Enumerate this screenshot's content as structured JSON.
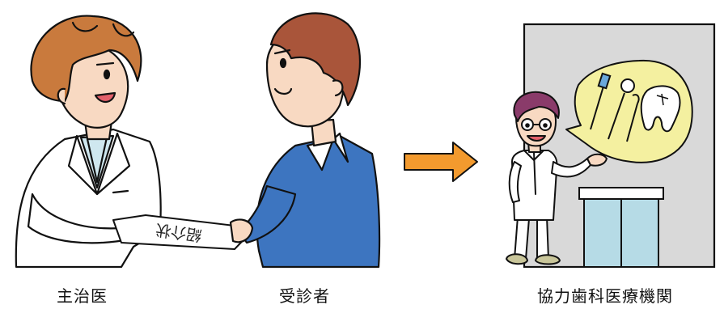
{
  "captions": {
    "doctor": "主治医",
    "patient": "受診者",
    "dental_clinic": "協力歯科医療機関"
  },
  "letter_text": "紹介状",
  "colors": {
    "arrow": "#f39a2e",
    "patient_shirt": "#3d75c0",
    "building_wall": "#d9d9d9",
    "doctor_hair": "#c97a3d",
    "speech_bubble": "#f4f0a0",
    "clinic_counter": "#b6dbe6"
  },
  "icons": [
    "toothbrush-icon",
    "dental-mirror-icon",
    "dental-probe-icon",
    "tooth-icon"
  ]
}
